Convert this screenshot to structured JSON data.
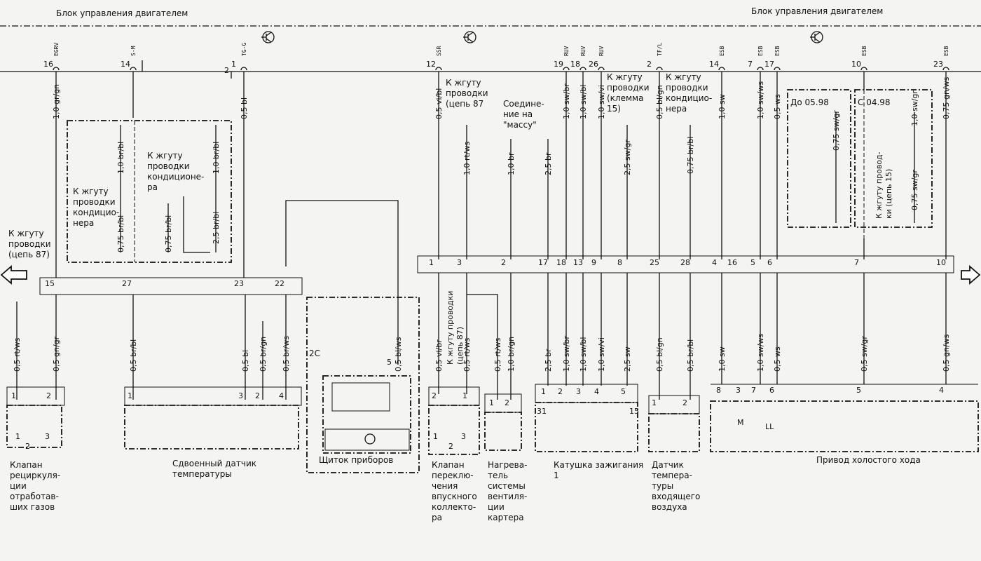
{
  "header": {
    "ecu_left": "Блок управления двигателем",
    "ecu_right": "Блок управления двигателем"
  },
  "ecu_codes": [
    "EGRV",
    "S-M",
    "TG-G",
    "SSR",
    "RUV",
    "RUV",
    "RUV",
    "TF/L",
    "ESB",
    "ESB",
    "ESB",
    "ESB",
    "ESB"
  ],
  "ecu_pins": [
    "16",
    "14",
    "1",
    "12",
    "19",
    "18",
    "26",
    "2",
    "14",
    "7",
    "17",
    "10",
    "23"
  ],
  "connector_ids": [
    "2"
  ],
  "wires_top": [
    "1,0 gr/gn",
    "0,5 bl",
    "0,5 vi/bl",
    "1,0 sw/br",
    "1,0 sw/bl",
    "1,0 sw/vi",
    "0,5 bl/gn",
    "1,0 sw",
    "1,0 sw/ws",
    "0,5 ws",
    "0,75 gn/ws"
  ],
  "wires_inner": [
    "1,0 br/bl",
    "0,75 br/bl",
    "0,75 br/bl",
    "1,0 br/bl",
    "2,5 br/bl",
    "1,0 rt/ws",
    "1,0 br",
    "2,5 br",
    "2,5 sw/gr",
    "0,75 br/bl",
    "0,75 sw/gr",
    "0,75 sw/gr",
    "1,0 sw/gr"
  ],
  "wires_bottom": [
    "0,5 rt/ws",
    "0,5 gn/gr",
    "0,5 br/bl",
    "0,5 bl",
    "0,5 br/gn",
    "0,5 br/ws",
    "0,5 bl/ws",
    "0,5 vi/br",
    "0,5 rt/ws",
    "0,5 rt/ws",
    "1,0 br/gn",
    "2,5 br",
    "1,0 sw/br",
    "1,0 sw/bl",
    "1,0 sw/vi",
    "2,5 sw",
    "0,5 bl/gn",
    "0,5 br/bl",
    "1,0 sw",
    "1,0 sw/ws",
    "0,5 ws",
    "0,5 sw/gr",
    "0,5 gn/ws"
  ],
  "left_conn_pins": [
    "15",
    "27",
    "23",
    "22"
  ],
  "right_conn_pins": [
    "1",
    "3",
    "2",
    "17",
    "18",
    "13",
    "9",
    "8",
    "25",
    "28",
    "4",
    "16",
    "5",
    "6",
    "7",
    "10"
  ],
  "notes": {
    "harness_87_left": [
      "К жгуту",
      "проводки",
      "(цепь 87)"
    ],
    "harness_ac_1": [
      "К жгуту",
      "проводки",
      "кондицио-",
      "нера"
    ],
    "harness_ac_2": [
      "К жгуту",
      "проводки",
      "кондиционе-",
      "ра"
    ],
    "harness_87_mid": [
      "К жгуту",
      "проводки",
      "(цепь 87"
    ],
    "ground": [
      "Соедине-",
      "ние на",
      "\"массу\""
    ],
    "harness_15": [
      "К жгуту",
      "проводки",
      "(клемма",
      "15)"
    ],
    "harness_ac_3": [
      "К жгуту",
      "проводки",
      "кондицио-",
      "нера"
    ],
    "until": "До 05.98",
    "from": "С 04.98",
    "harness_15_right": [
      "К жгуту провод-",
      "ки (цепь 15)"
    ],
    "harness_87_vert": [
      "К жгуту проводки",
      "(цепь 87)"
    ]
  },
  "components": {
    "egr": [
      "Клапан",
      "рециркуля-",
      "ции",
      "отработав-",
      "ших газов"
    ],
    "temp_dual": [
      "Сдвоенный датчик",
      "температуры"
    ],
    "cluster": "Щиток приборов",
    "cluster_id": "2C",
    "intake": [
      "Клапан",
      "переклю-",
      "чения",
      "впускного",
      "коллекто-",
      "ра"
    ],
    "heater": [
      "Нагрева-",
      "тель",
      "системы",
      "вентиля-",
      "ции",
      "картера"
    ],
    "coil": [
      "Катушка зажигания",
      "1"
    ],
    "iat": [
      "Датчик",
      "темпера-",
      "туры",
      "входящего",
      "воздуха"
    ],
    "idle": "Привод холостого хода"
  },
  "component_pins": {
    "egr": [
      "1",
      "2",
      "1",
      "3",
      "2"
    ],
    "temp": [
      "1",
      "3",
      "2",
      "4"
    ],
    "cluster": [
      "5"
    ],
    "intake": [
      "2",
      "1",
      "1",
      "3",
      "2"
    ],
    "heater": [
      "1",
      "2"
    ],
    "coil": [
      "1",
      "2",
      "3",
      "4",
      "5",
      "31",
      "15"
    ],
    "iat": [
      "1",
      "2"
    ],
    "idle": [
      "8",
      "3",
      "7",
      "6",
      "5",
      "4",
      "M",
      "LL"
    ]
  },
  "icons": [
    "transistor-icon",
    "arrow-left-icon",
    "arrow-right-icon",
    "diamond-icon"
  ]
}
